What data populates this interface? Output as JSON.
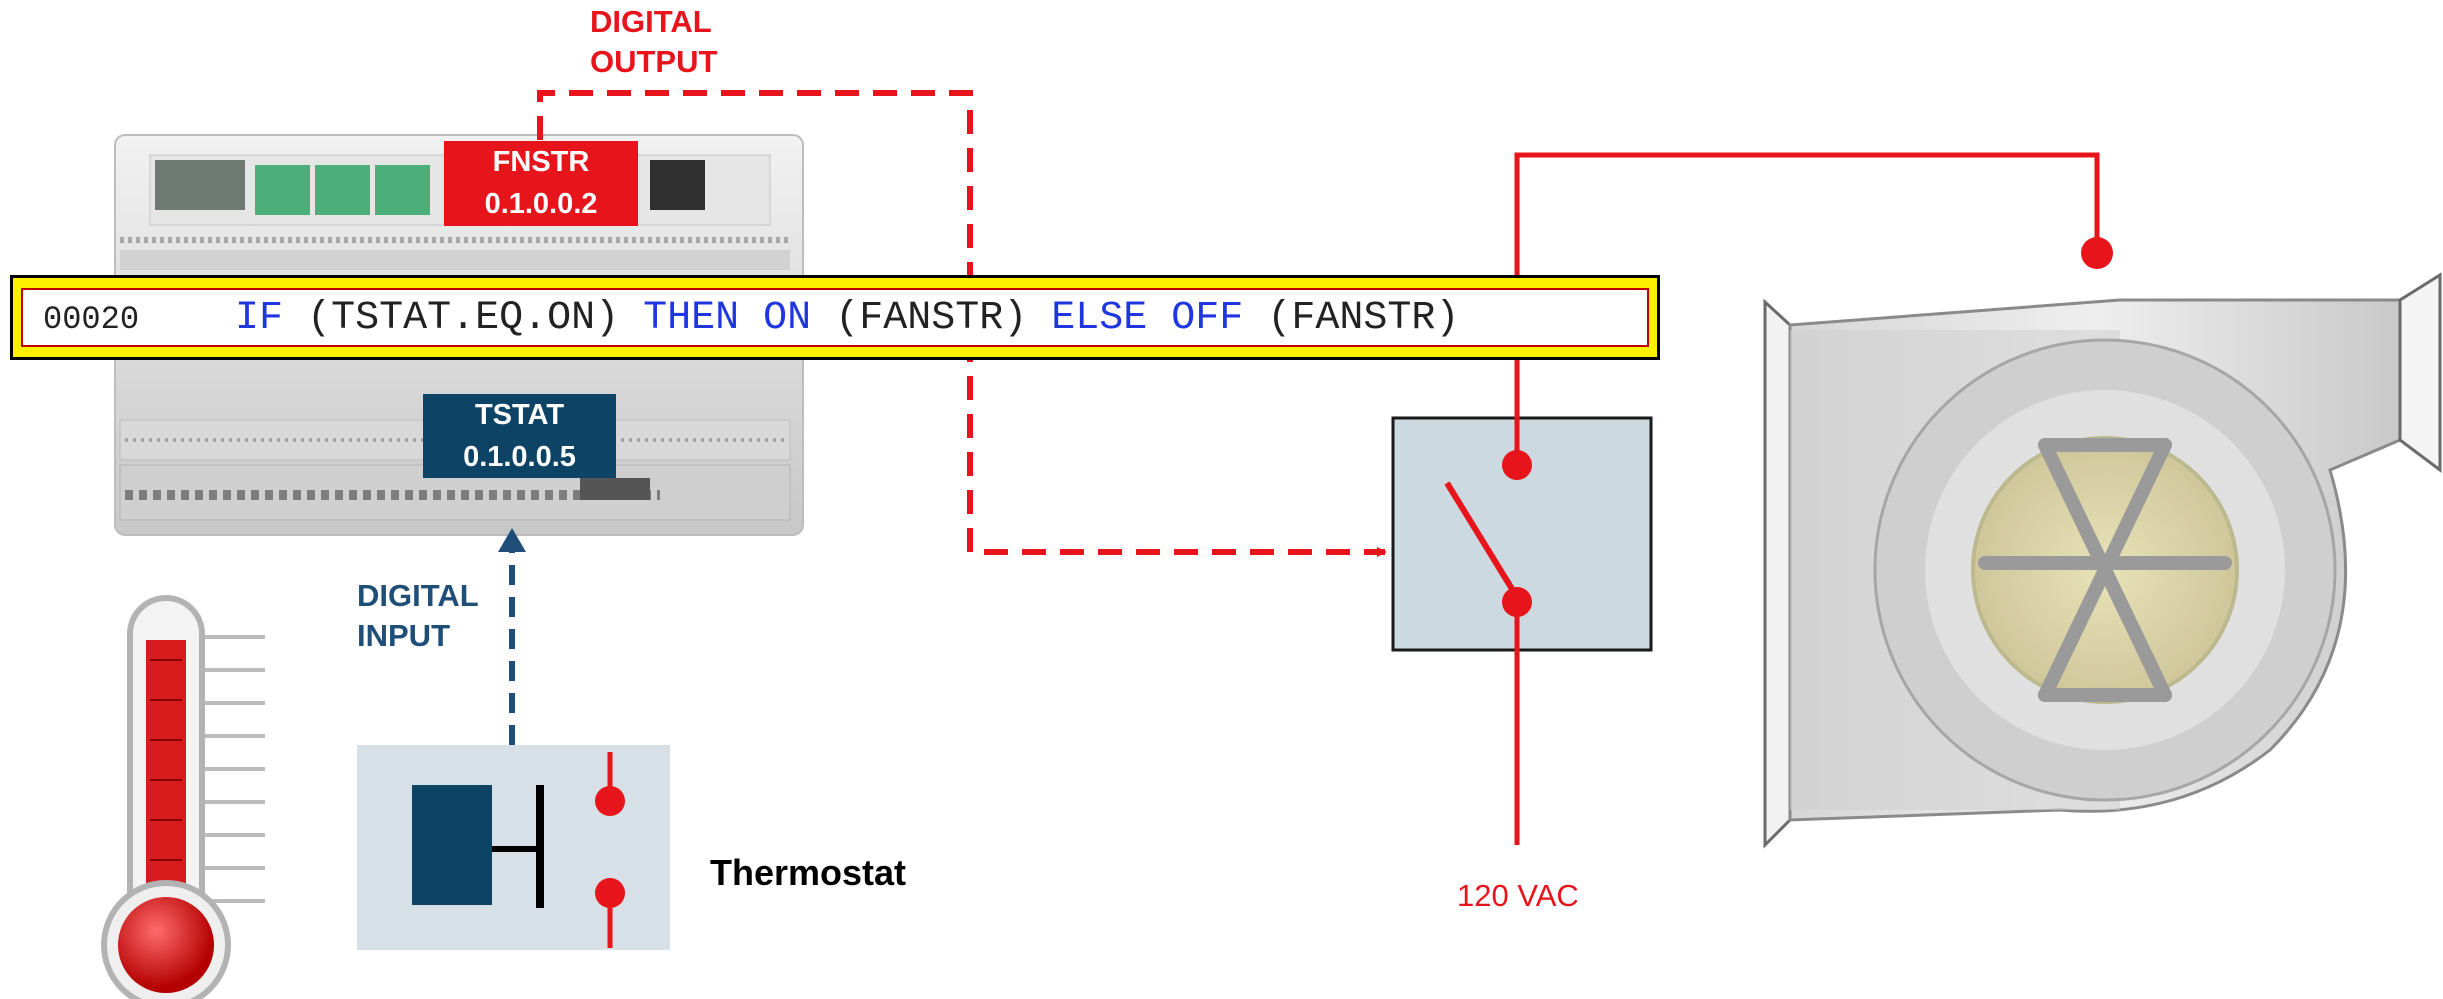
{
  "labels": {
    "digital_output": [
      "DIGITAL",
      "OUTPUT"
    ],
    "digital_input": [
      "DIGITAL",
      "INPUT"
    ],
    "thermostat": "Thermostat",
    "voltage": "120 VAC"
  },
  "tags": {
    "fnstr": {
      "name": "FNSTR",
      "address": "0.1.0.0.2"
    },
    "tstat": {
      "name": "TSTAT",
      "address": "0.1.0.0.5"
    }
  },
  "code": {
    "line_number": "00020",
    "tokens": [
      {
        "text": "IF",
        "keyword": true
      },
      {
        "text": "(TSTAT.EQ.ON)",
        "keyword": false
      },
      {
        "text": "THEN",
        "keyword": true
      },
      {
        "text": "ON",
        "keyword": true
      },
      {
        "text": "(FANSTR)",
        "keyword": false
      },
      {
        "text": "ELSE",
        "keyword": true
      },
      {
        "text": "OFF",
        "keyword": true
      },
      {
        "text": "(FANSTR)",
        "keyword": false
      }
    ]
  },
  "colors": {
    "red": "#e8141b",
    "blue": "#1f4e79",
    "tag_blue": "#0d4364",
    "highlight": "#fff000",
    "keyword": "#1f36e0"
  },
  "icons": [
    "controller-module-icon",
    "thermometer-icon",
    "thermostat-switch-icon",
    "relay-icon",
    "blower-fan-icon"
  ]
}
